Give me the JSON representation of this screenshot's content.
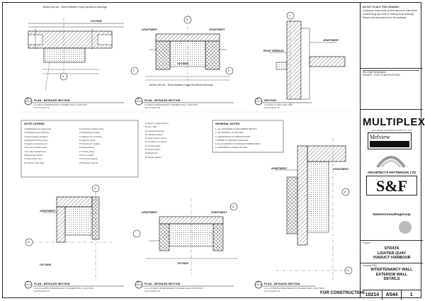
{
  "notes_block": {
    "heading": "DO NOT SCALE THIS DRAWING",
    "text": "Contractor must verify all dimensions on site before commencing any work or making shop drawings. Report any discrepancies to the architect."
  },
  "revision": {
    "label": "Rev  Date  Description",
    "note": "ISSUED - FOR CONSTRUCTION"
  },
  "client": {
    "name": "MULTIPLEX",
    "sub": "MULTIPLEX CONSTRUCTIONS PTY LTD",
    "partner": "Melview"
  },
  "architect": {
    "name": "ARCHITECTS PATTERSON LTD",
    "engineer": "S&F",
    "consultant": "HulmesConsultingGroup"
  },
  "project": {
    "label": "Project",
    "name_lines": [
      "STRATA",
      "LIGHTER QUAY",
      "VIADUCT HARBOUR"
    ]
  },
  "drawing": {
    "label": "Drawing Title",
    "title_lines": [
      "INTERTENANCY WALL",
      "EXTERIOR WALL",
      "DETAILS"
    ],
    "job_no": "10214",
    "sheet": "A544",
    "revision": "1"
  },
  "stamp": "FOR CONSTRUCTION",
  "details": [
    {
      "num": "4",
      "title": "PLAN - DETAILED SECTION",
      "sub": "L2 WEST INTERTENANCY FRAMED WALL JUNCTION",
      "ref": "A1/1:5 A(2)/1:10"
    },
    {
      "num": "5",
      "title": "PLAN - DETAILED SECTION",
      "sub": "L2 WEST INTERTENANCY FRAMED WALL JUNCTION",
      "ref": "A1/1:5 A(2)/1:10"
    },
    {
      "num": "6",
      "title": "SECTION",
      "sub": "L7 ROOF LT WALL MULLION",
      "ref": "A1/1:5 A(2)/1:10"
    },
    {
      "num": "7",
      "title": "PLAN - DETAILED SECTION",
      "sub": "L2 & L4 NORTH INTERTENANCY FRAMED WALL JUNCTION",
      "ref": "A1/1:5 A(2)/1:10"
    },
    {
      "num": "8",
      "title": "PLAN - DETAILED SECTION",
      "sub": "L2 to L8 WEST INTERTENANCY FRAMED WALL JUNCTION",
      "ref": "A1/1:5 A(2)/1:10"
    },
    {
      "num": "9",
      "title": "PLAN - DETAILED SECTION",
      "sub": "L2 to L8 NORTH INTERTENANCY FRAMED WALL JUNCTION",
      "ref": "A1/1:5 A(2)/1:10"
    }
  ],
  "labels": {
    "outside": "OUTSIDE",
    "apartment": "APARTMENT",
    "roof_terrace": "ROOF TERRACE",
    "joinery": "Joinery set out - Dims between rough structural openings",
    "grid_a": "A",
    "grid_b": "B",
    "grid_c": "C",
    "grid_f": "F",
    "grid_12": "12",
    "grid_13": "13"
  },
  "legend": {
    "title": "NOTE LEGEND",
    "items": [
      "1 Wallcladding 2x1 sealed joint",
      "2 Windbarrier panel flashing",
      "3 Timber framing at 600crs",
      "4 Plasterboard lining 13mm",
      "5 Sealant and backing rod",
      "6 Acoustic insulation batts",
      "7 Fire rated plasterboard",
      "8 Steel angle bracket",
      "9 Cavity closer foam",
      "10 Concrete slab edge"
    ],
    "items2": [
      "11 Aluminium window frame",
      "12 Sill flashing to detail",
      "13 Waterproof membrane",
      "14 Rigid air barrier",
      "15 Intumescent sealant",
      "16 Head flashing",
      "17 Timber packer",
      "18 Trim to detail",
      "19 Fixing to engineer",
      "20 Drainage channel"
    ],
    "items3": [
      "21 Exterior grade plywood",
      "22 Fire collar",
      "23 Galvanised fixings",
      "24 Hardwood batten",
      "25 Steel channel section",
      "26 Insulation to engineer",
      "27 Precast panel",
      "28 Vapour barrier",
      "29 Mortar bed",
      "30 Render system"
    ]
  },
  "general_notes": {
    "title": "GENERAL NOTES",
    "items": [
      "1. ALL CONCRETE TO ENGINEERS DETAILS",
      "2. ALL FRAMING TO NZS 3604",
      "3. FIRE RATINGS TO SPECIFICATION",
      "4. REFER TO WINDOW SCHEDULE",
      "5. ALL FLASHINGS TO MANUFACTURERS SPEC",
      "6. CONFIRM ALL LEVELS ON SITE"
    ]
  }
}
